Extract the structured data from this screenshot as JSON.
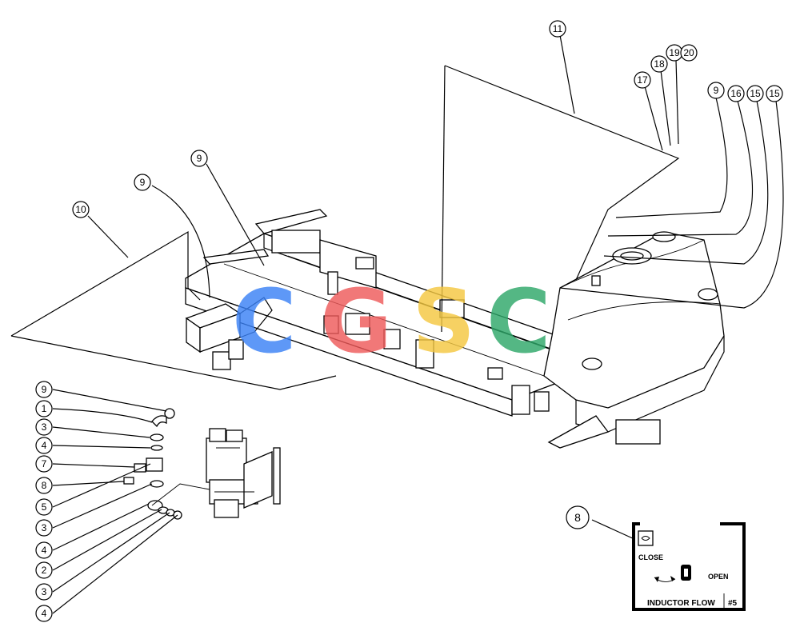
{
  "watermark": {
    "letters": [
      {
        "char": "C",
        "color": "#3b82f6"
      },
      {
        "char": "G",
        "color": "#ef5b5b"
      },
      {
        "char": "S",
        "color": "#f5c842"
      },
      {
        "char": "C",
        "color": "#2fa86a"
      }
    ]
  },
  "callouts": {
    "c9_left": "9",
    "c1": "1",
    "c3_a": "3",
    "c4_a": "4",
    "c7": "7",
    "c8_small": "8",
    "c5": "5",
    "c3_b": "3",
    "c4_b": "4",
    "c2": "2",
    "c3_c": "3",
    "c4_c": "4",
    "c10": "10",
    "c9_a": "9",
    "c9_b": "9",
    "c11": "11",
    "c17": "17",
    "c18": "18",
    "c19": "19",
    "c20": "20",
    "c9_c": "9",
    "c16": "16",
    "c15_a": "15",
    "c15_b": "15",
    "c8_decal": "8"
  },
  "decal": {
    "close_label": "CLOSE",
    "open_label": "OPEN",
    "title": "INDUCTOR FLOW",
    "number": "#5"
  }
}
